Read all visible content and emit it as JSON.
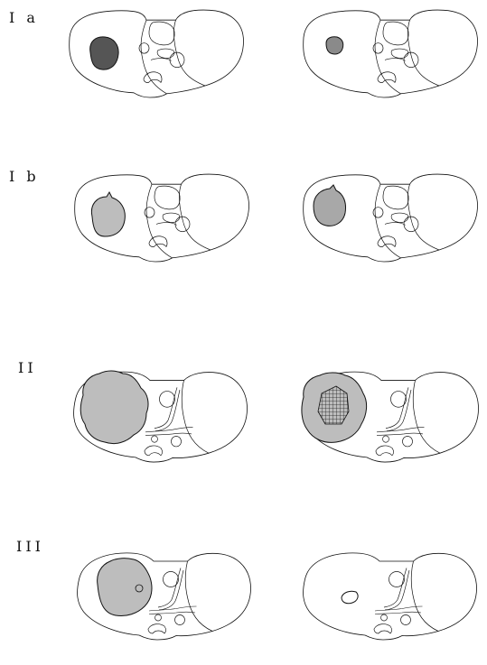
{
  "row_labels": [
    "I a",
    "I b",
    "II",
    "III"
  ],
  "colors": {
    "outline": "#111111",
    "tumor_dark": "#555555",
    "tumor_gray": "#bdbdbd",
    "necrosis_grid": "#222222",
    "background": "#ffffff"
  },
  "panels": [
    {
      "row": "I a",
      "side": "left",
      "lesion": "dark-nodule"
    },
    {
      "row": "I a",
      "side": "right",
      "lesion": "small-dark-nodule"
    },
    {
      "row": "I b",
      "side": "left",
      "lesion": "gray-mass"
    },
    {
      "row": "I b",
      "side": "right",
      "lesion": "gray-mass"
    },
    {
      "row": "II",
      "side": "left",
      "lesion": "large-gray-mass"
    },
    {
      "row": "II",
      "side": "right",
      "lesion": "gray-mass-with-necrotic-core"
    },
    {
      "row": "III",
      "side": "left",
      "lesion": "gray-mass-irregular"
    },
    {
      "row": "III",
      "side": "right",
      "lesion": "residual-scar"
    }
  ]
}
